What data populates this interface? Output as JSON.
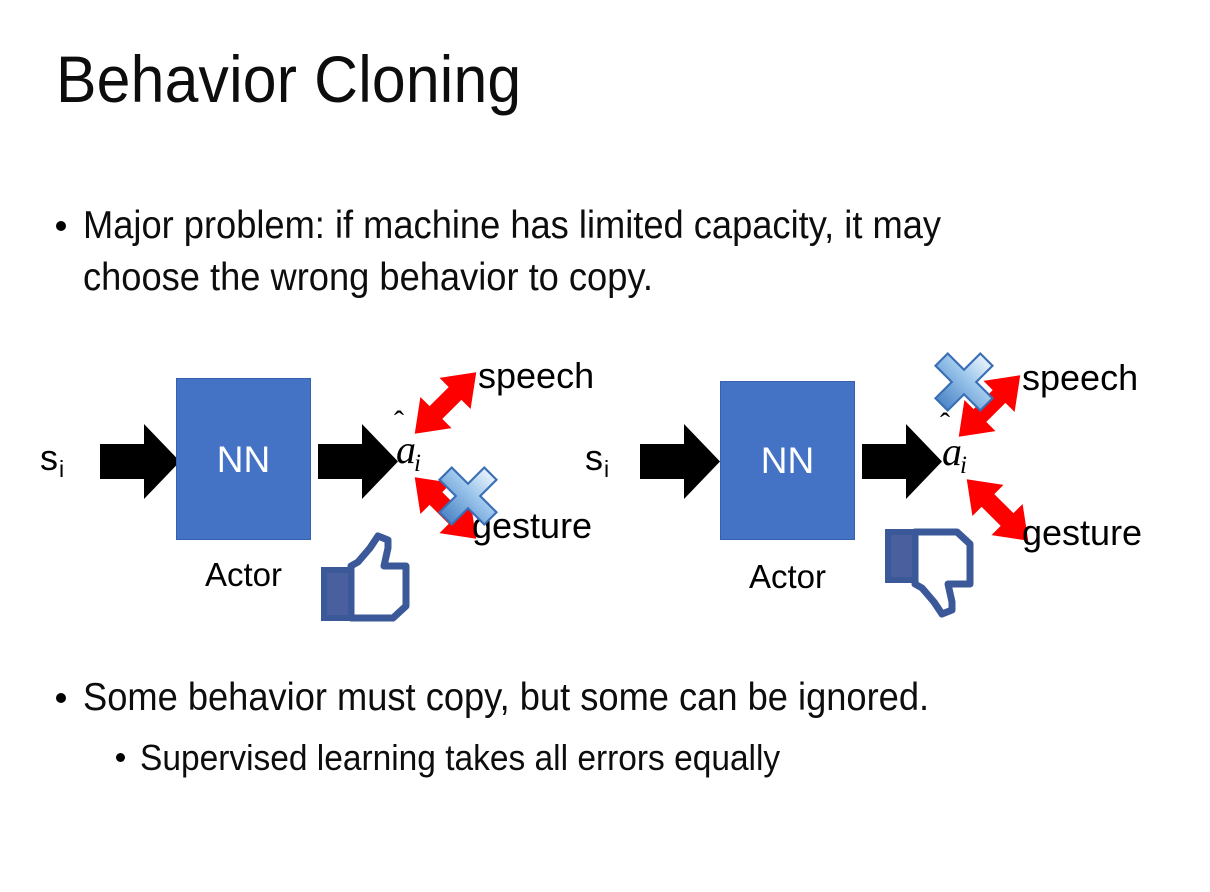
{
  "slide": {
    "title": "Behavior Cloning",
    "background": "#ffffff"
  },
  "colors": {
    "nn_box_fill": "#4472C4",
    "nn_box_border": "#3761AC",
    "arrow_black": "#000000",
    "arrow_red": "#FF0000",
    "cross_blue_light": "#DCEAF8",
    "cross_blue_mid": "#7FB2E5",
    "cross_blue_dark": "#3A6FB5",
    "thumb_navy": "#3B5998",
    "thumb_fill": "#FFFFFF",
    "text": "#0D0D0D"
  },
  "bullets": [
    {
      "id": "major",
      "level": 1,
      "text": "Major problem: if machine has limited capacity, it may choose the wrong behavior to copy."
    },
    {
      "id": "some",
      "level": 1,
      "text": "Some behavior must copy, but some can be ignored."
    },
    {
      "id": "supervised",
      "level": 2,
      "text": "Supervised learning takes all errors equally"
    }
  ],
  "diagrams": [
    {
      "id": "left",
      "input_label": "s",
      "input_subscript": "i",
      "box_label": "NN",
      "box_caption": "Actor",
      "output_label": "a",
      "output_subscript": "i",
      "output_accent": "hat",
      "branches": [
        {
          "name": "speech",
          "label": "speech",
          "direction": "up-right",
          "crossed": false
        },
        {
          "name": "gesture",
          "label": "gesture",
          "direction": "down-right",
          "crossed": true
        }
      ],
      "feedback_icon": "thumbs-up-icon",
      "feedback_sentiment": "positive"
    },
    {
      "id": "right",
      "input_label": "s",
      "input_subscript": "i",
      "box_label": "NN",
      "box_caption": "Actor",
      "output_label": "a",
      "output_subscript": "i",
      "output_accent": "hat",
      "branches": [
        {
          "name": "speech",
          "label": "speech",
          "direction": "up-right",
          "crossed": true
        },
        {
          "name": "gesture",
          "label": "gesture",
          "direction": "down-right",
          "crossed": false
        }
      ],
      "feedback_icon": "thumbs-down-icon",
      "feedback_sentiment": "negative"
    }
  ]
}
